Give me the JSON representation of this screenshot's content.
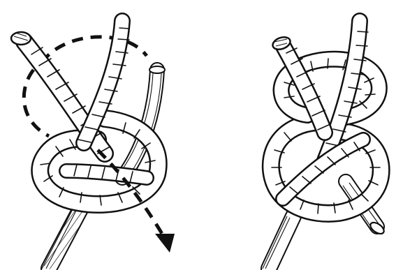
{
  "figures": [
    {
      "id": "left",
      "step": "loose-knot-with-guide"
    },
    {
      "id": "right",
      "step": "tightened-knot"
    }
  ],
  "colors": {
    "ink": "#111111",
    "background": "#ffffff"
  },
  "icons": [
    "dashed-direction-arrow-icon"
  ]
}
